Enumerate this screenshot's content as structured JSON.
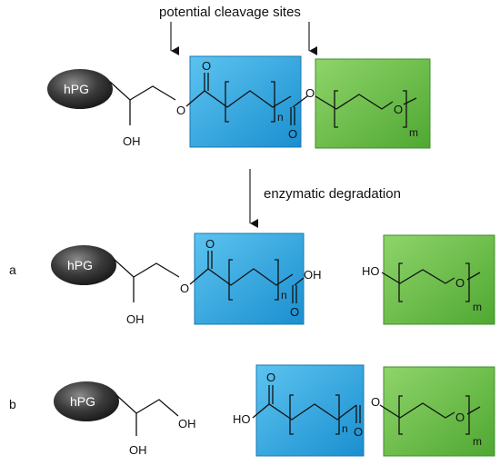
{
  "header": {
    "cleavage_label": "potential cleavage sites",
    "degradation_label": "enzymatic degradation"
  },
  "rows": {
    "a_label": "a",
    "b_label": "b"
  },
  "atoms": {
    "core": "hPG",
    "oxygen": "O",
    "hydroxyl": "OH",
    "hydroxyl_left": "HO",
    "n": "n",
    "m": "m"
  },
  "colors": {
    "blue_box": "#2aa7e0",
    "green_box": "#6cc04a",
    "core_ellipse": "#3b3b3b"
  }
}
